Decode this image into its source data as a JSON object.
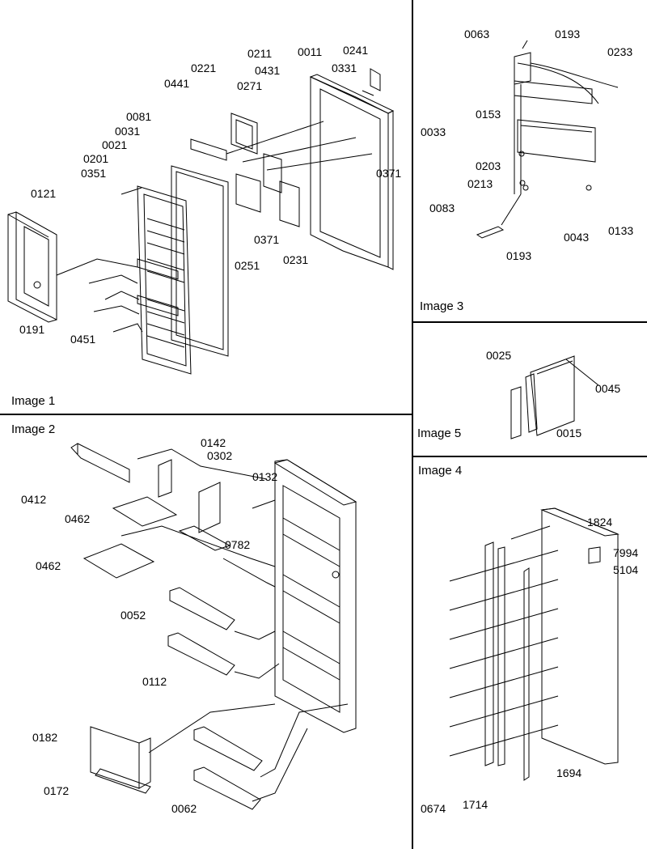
{
  "panels": [
    {
      "id": "p1",
      "title": "Image 1"
    },
    {
      "id": "p2",
      "title": "Image 2"
    },
    {
      "id": "p3",
      "title": "Image 3"
    },
    {
      "id": "p4",
      "title": "Image 4"
    },
    {
      "id": "p5",
      "title": "Image 5"
    }
  ],
  "labels": {
    "p1": [
      "0011",
      "0241",
      "0211",
      "0331",
      "0431",
      "0221",
      "0441",
      "0271",
      "0081",
      "0031",
      "0021",
      "0201",
      "0351",
      "0121",
      "0371",
      "0371",
      "0251",
      "0231",
      "0191",
      "0451"
    ],
    "p2": [
      "0142",
      "0302",
      "0412",
      "0132",
      "0462",
      "0782",
      "0462",
      "0052",
      "0112",
      "0182",
      "0172",
      "0062"
    ],
    "p3": [
      "0063",
      "0193",
      "0233",
      "0153",
      "0033",
      "0203",
      "0213",
      "0083",
      "0043",
      "0133",
      "0193"
    ],
    "p4": [
      "1824",
      "7994",
      "5104",
      "1694",
      "0674",
      "1714"
    ],
    "p5": [
      "0025",
      "0045",
      "0015"
    ]
  }
}
